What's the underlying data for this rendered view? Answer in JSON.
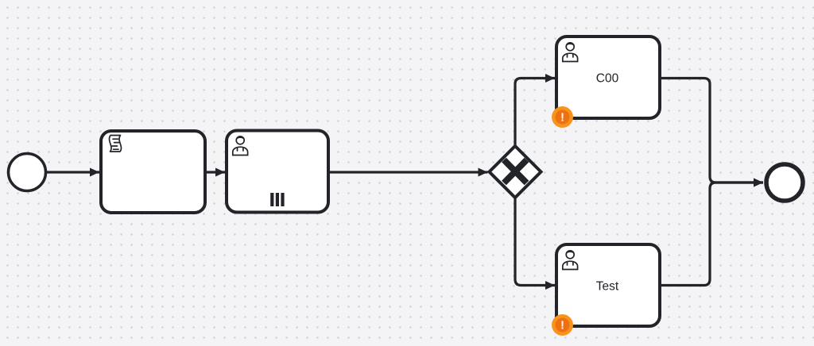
{
  "theme": {
    "stroke": "#22242a",
    "shape_fill": "#ffffff",
    "label_color": "#22242a",
    "canvas_bg": "#f4f4f6",
    "grid_dot": "#c9c9cd",
    "warning_outer": "#f7941d",
    "warning_inner": "#ee7010",
    "warning_symbol": "#ffffff"
  },
  "process": {
    "start_event": {
      "type": "start-event",
      "label": ""
    },
    "script_task": {
      "type": "script-task",
      "label": ""
    },
    "multi_instance_user_task": {
      "type": "user-task",
      "label": "",
      "multi_instance": "parallel"
    },
    "exclusive_gateway": {
      "type": "exclusive-gateway",
      "marker": "X"
    },
    "task_top": {
      "type": "user-task",
      "label": "C00",
      "warning": "!"
    },
    "task_bottom": {
      "type": "user-task",
      "label": "Test",
      "warning": "!"
    },
    "end_event": {
      "type": "end-event",
      "label": ""
    }
  }
}
